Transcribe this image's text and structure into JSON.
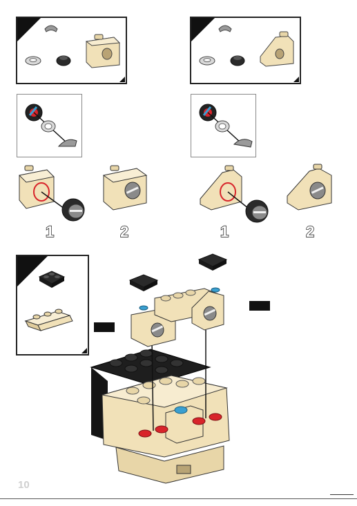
{
  "page": {
    "number": "10"
  },
  "steps": {
    "left_label_1": "1",
    "left_label_2": "2",
    "right_label_1": "1",
    "right_label_2": "2"
  },
  "colors": {
    "tan": "#f1e1b8",
    "tan_dark": "#d8c28f",
    "black": "#1b1b1b",
    "gray": "#9a9a9a",
    "red": "#d8242a",
    "blue": "#3a9fd0"
  }
}
